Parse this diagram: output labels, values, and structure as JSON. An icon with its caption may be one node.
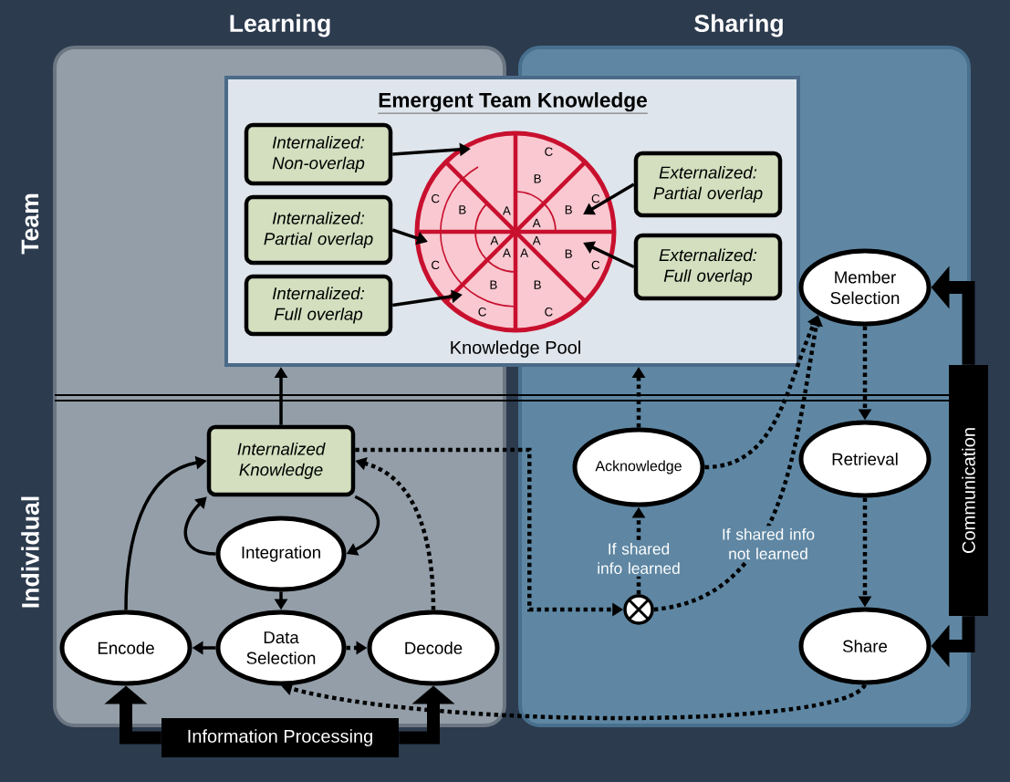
{
  "diagram": {
    "nodes": [
      {
        "text": [
          "Learning"
        ]
      },
      {
        "text": [
          "Sharing"
        ]
      },
      {
        "text": [
          "Emergent Team Knowledge"
        ]
      },
      {
        "text": [
          "Internalized: Non-overlap"
        ]
      },
      {
        "text": [
          "Internalized: Partial overlap"
        ]
      },
      {
        "text": [
          "Internalized: Full overlap"
        ]
      },
      {
        "text": [
          "Externalized: Partial overlap"
        ]
      },
      {
        "text": [
          "Externalized: Full overlap"
        ]
      },
      {
        "text": [],
        "shape": "circle",
        "in": 2,
        "beside": [
          "Knowledge Pool"
        ]
      },
      {
        "text": [
          "Internalized Knowledge"
        ],
        "in": 0
      },
      {
        "text": [
          "Integration"
        ],
        "in": 0
      },
      {
        "text": [
          "Encode"
        ],
        "in": 0
      },
      {
        "text": [
          "Data Selection"
        ],
        "in": 0
      },
      {
        "text": [
          "Decode"
        ],
        "in": 0
      },
      {
        "text": [
          "Information Processing"
        ]
      },
      {
        "text": [
          "Acknowledge"
        ],
        "in": 1
      },
      {
        "text": [],
        "shape": "circle",
        "in": 1
      },
      {
        "text": [
          "Member Selection"
        ],
        "in": 1
      },
      {
        "text": [
          "Retrieval"
        ],
        "in": 1
      },
      {
        "text": [
          "Share"
        ],
        "in": 1
      },
      {
        "text": [
          "Communication"
        ]
      }
    ],
    "edges": [
      {
        "from": 3,
        "to": 8,
        "arrow": "to"
      },
      {
        "from": 4,
        "to": 8,
        "arrow": "to"
      },
      {
        "from": 5,
        "to": 8,
        "arrow": "to"
      },
      {
        "from": 6,
        "to": 8,
        "arrow": "to"
      },
      {
        "from": 7,
        "to": 8,
        "arrow": "to"
      },
      {
        "from": 9,
        "to": 2,
        "arrow": "to"
      },
      {
        "from": 11,
        "to": 9,
        "arrow": "to"
      },
      {
        "from": 9,
        "to": 10,
        "arrow": "to"
      },
      {
        "from": 10,
        "to": 9,
        "arrow": "to"
      },
      {
        "from": 10,
        "to": 12,
        "arrow": "to"
      },
      {
        "from": 12,
        "to": 11,
        "arrow": "to"
      },
      {
        "from": 12,
        "to": 13,
        "arrow": "to",
        "style": "dashed"
      },
      {
        "from": 13,
        "to": 9,
        "arrow": "to",
        "style": "dashed"
      },
      {
        "from": 9,
        "to": 16,
        "arrow": "to",
        "style": "dashed"
      },
      {
        "from": 16,
        "to": 15,
        "arrow": "to",
        "style": "dashed",
        "label": "If shared info learned"
      },
      {
        "from": 16,
        "to": 17,
        "arrow": "to",
        "style": "dashed",
        "label": "If shared info not learned"
      },
      {
        "from": 15,
        "to": 2,
        "arrow": "to",
        "style": "dashed"
      },
      {
        "from": 15,
        "to": 17,
        "arrow": "to",
        "style": "dashed"
      },
      {
        "from": 17,
        "to": 18,
        "arrow": "to",
        "style": "dashed"
      },
      {
        "from": 18,
        "to": 19,
        "arrow": "to",
        "style": "dashed"
      },
      {
        "from": 19,
        "to": 12,
        "arrow": "to",
        "style": "dashed"
      },
      {
        "from": 14,
        "to": 11,
        "arrow": "to",
        "style": "thick"
      },
      {
        "from": 14,
        "to": 13,
        "arrow": "to",
        "style": "thick"
      },
      {
        "from": 20,
        "to": 17,
        "arrow": "to",
        "style": "thick"
      },
      {
        "from": 20,
        "to": 19,
        "arrow": "to",
        "style": "thick"
      }
    ],
    "labels": [
      "Team",
      "Individual",
      "C",
      "B",
      "C",
      "B",
      "A",
      "A",
      "B",
      "C",
      "C",
      "A",
      "A",
      "A",
      "A",
      "B",
      "C",
      "B",
      "B",
      "C",
      "C"
    ]
  }
}
